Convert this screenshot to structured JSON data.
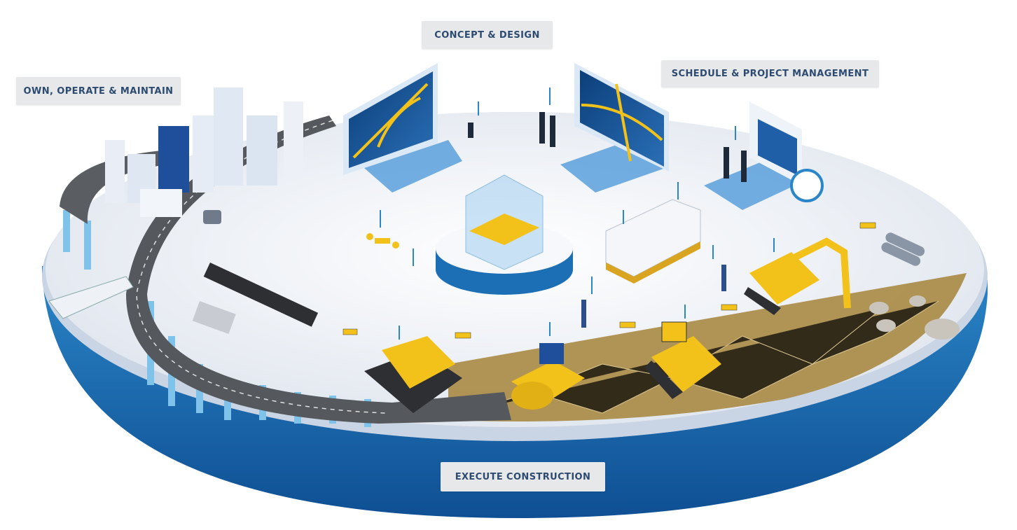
{
  "labels": {
    "own_operate_maintain": "OWN, OPERATE & MAINTAIN",
    "concept_design": "CONCEPT & DESIGN",
    "schedule_management": "SCHEDULE & PROJECT MANAGEMENT",
    "execute_construction": "EXECUTE CONSTRUCTION"
  },
  "colors": {
    "label_bg": "#e7e8ea",
    "label_text": "#2d4b70",
    "platform_blue": "#1d6fb5",
    "platform_top": "#eef1f6",
    "road": "#55585c",
    "dirt": "#a88a44",
    "machine_yellow": "#f2c21b"
  }
}
